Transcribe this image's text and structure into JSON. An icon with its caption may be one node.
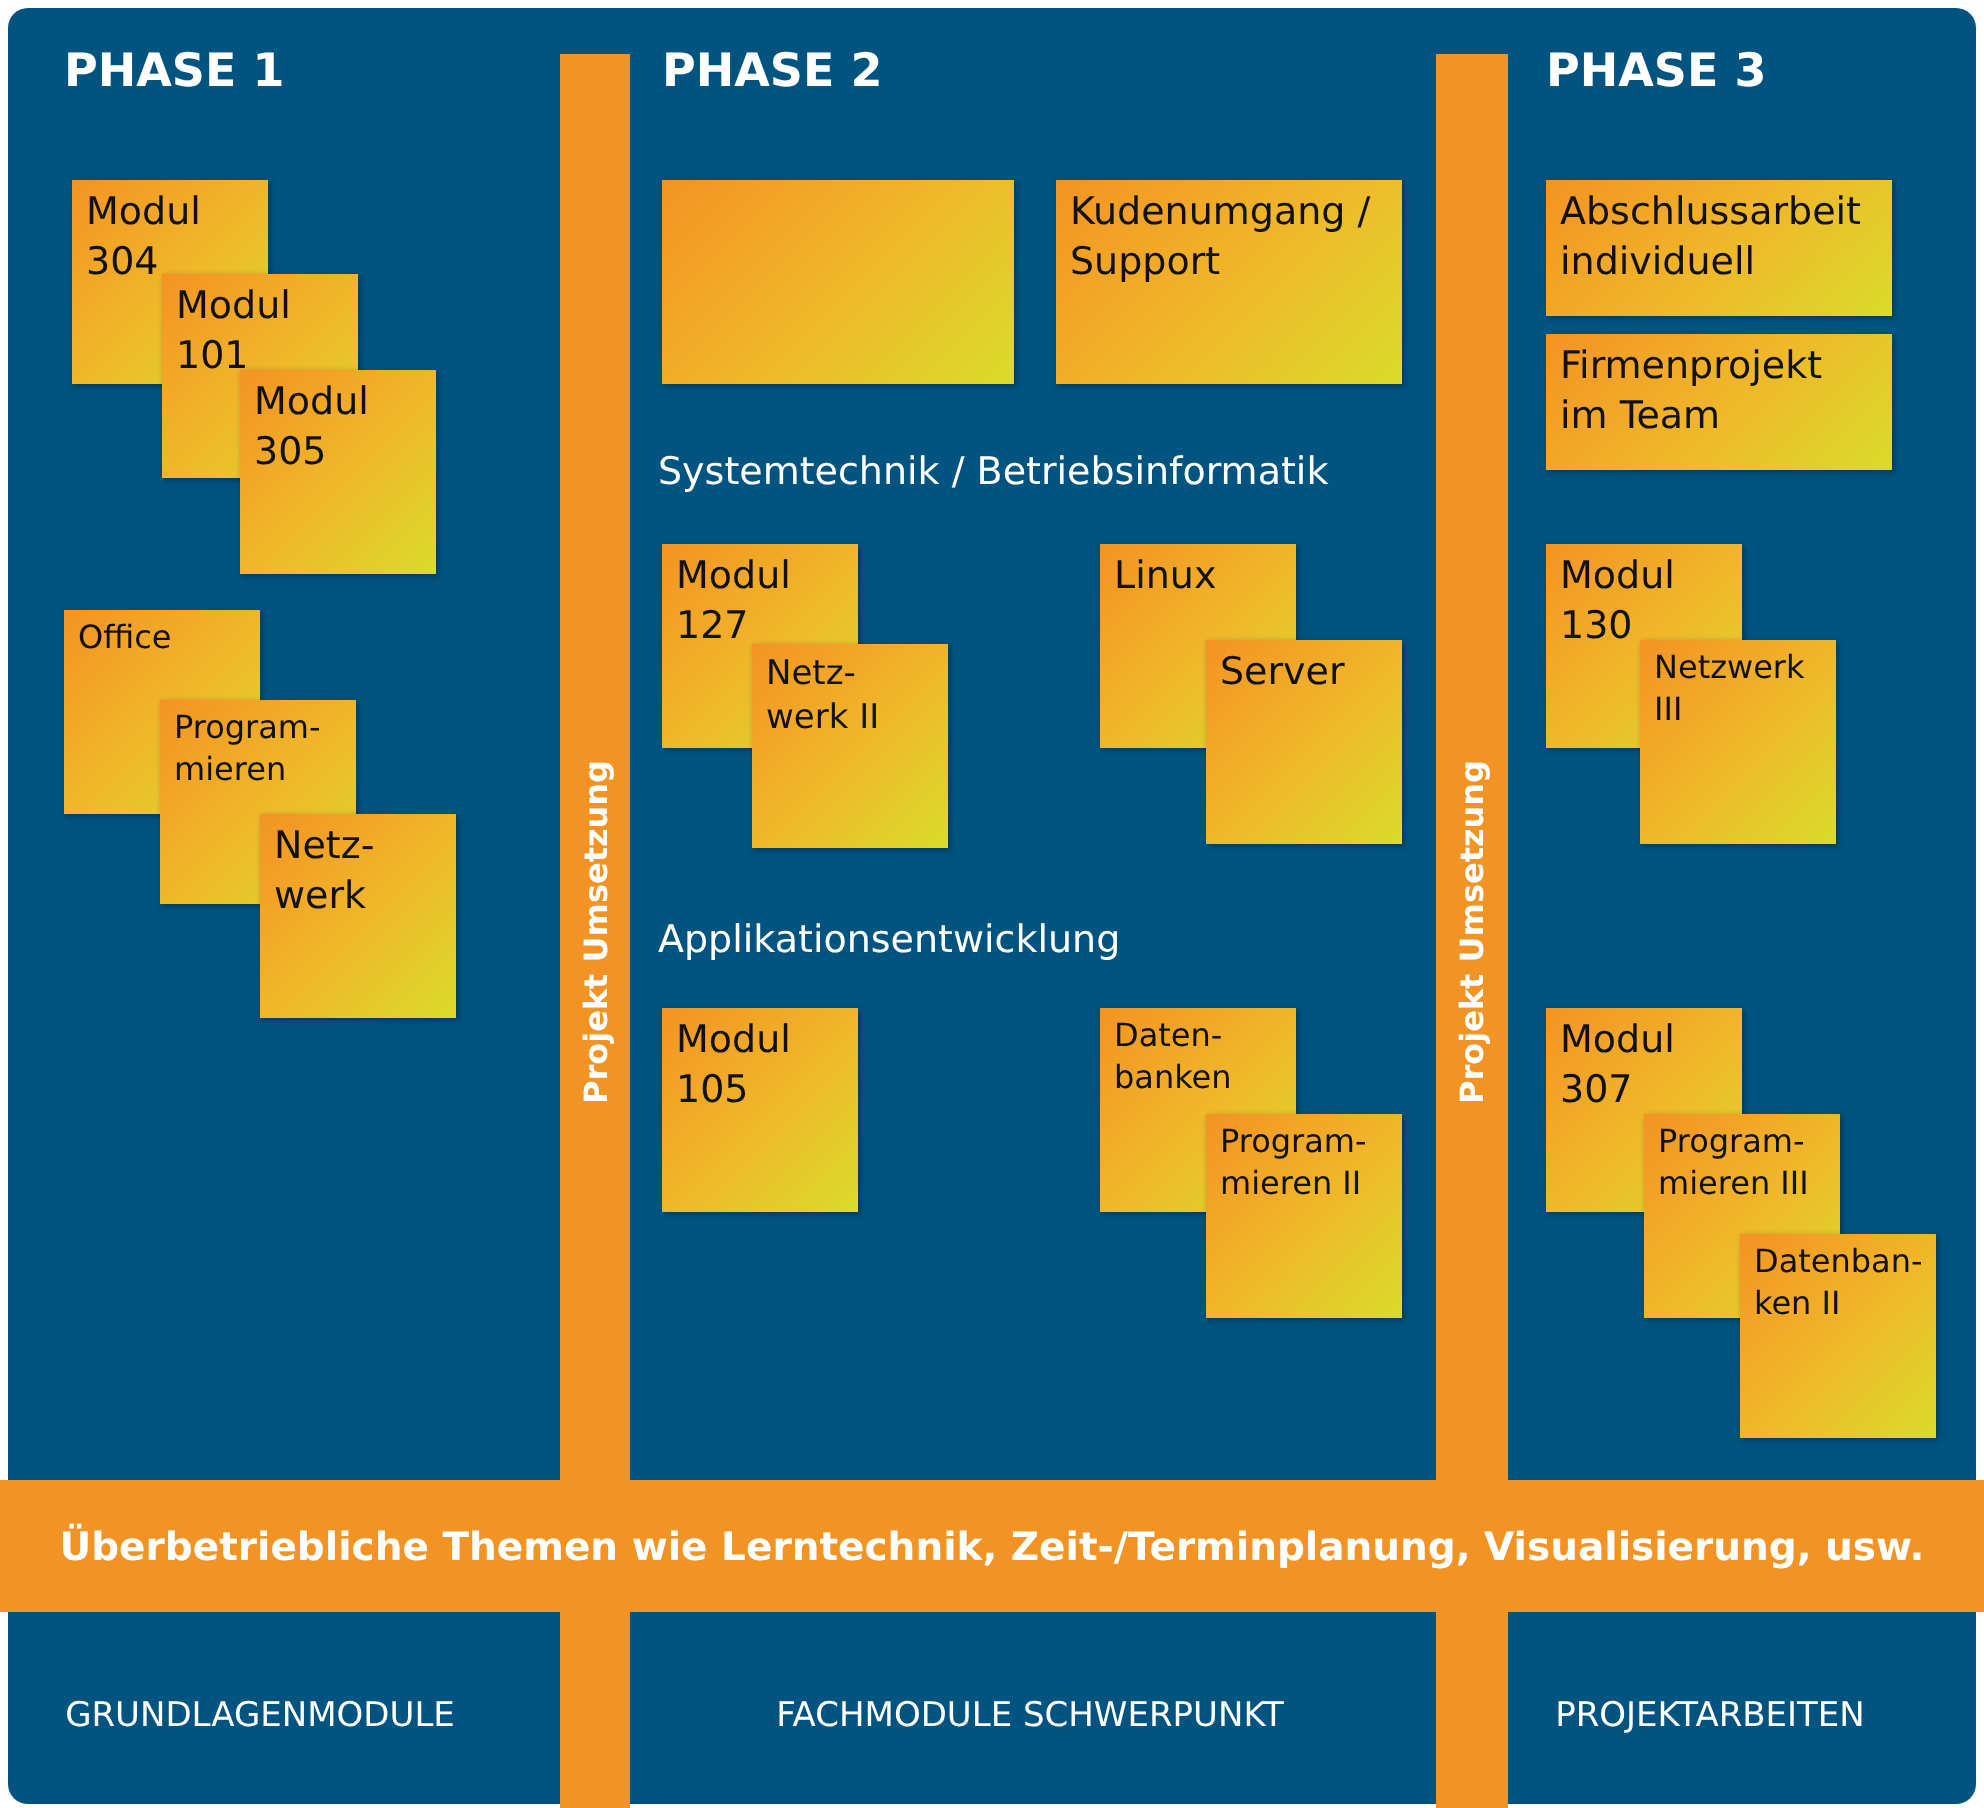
{
  "diagram": {
    "nodes": [
      {
        "text": [
          "Projekt Umsetzung"
        ]
      },
      {
        "text": [
          "Projekt Umsetzung"
        ]
      },
      {
        "text": [
          "Überbetriebliche Themen wie Lerntechnik, Zeit-/Terminplanung, Visualisierung, usw."
        ]
      },
      {
        "text": [
          "Modul 304"
        ]
      },
      {
        "text": [
          "Modul 101"
        ]
      },
      {
        "text": [
          "Modul 305"
        ]
      },
      {
        "text": [
          "Office"
        ]
      },
      {
        "text": [
          "Program- mieren"
        ]
      },
      {
        "text": [
          "Netz- werk"
        ]
      },
      {
        "text": [],
        "shape": "box"
      },
      {
        "text": [
          "Kudenumgang / Support"
        ]
      },
      {
        "text": [
          "Modul 127"
        ]
      },
      {
        "text": [
          "Netz- werk II"
        ]
      },
      {
        "text": [
          "Linux"
        ]
      },
      {
        "text": [
          "Server"
        ]
      },
      {
        "text": [
          "Modul 105"
        ]
      },
      {
        "text": [
          "Daten- banken"
        ]
      },
      {
        "text": [
          "Program- mieren II"
        ]
      },
      {
        "text": [
          "Abschlussarbeit individuell"
        ]
      },
      {
        "text": [
          "Firmenprojekt im Team"
        ]
      },
      {
        "text": [
          "Modul 130"
        ]
      },
      {
        "text": [
          "Netzwerk III"
        ]
      },
      {
        "text": [
          "Modul 307"
        ]
      },
      {
        "text": [
          "Program- mieren III"
        ]
      },
      {
        "text": [
          "Datenban- ken II"
        ]
      }
    ],
    "labels": [
      "PHASE 1",
      "PHASE 2",
      "PHASE 3",
      "Systemtechnik / Betriebsinformatik",
      "Applikationsentwicklung",
      "GRUNDLAGENMODULE",
      "FACHMODULE SCHWERPUNKT",
      "PROJEKTARBEITEN"
    ]
  }
}
